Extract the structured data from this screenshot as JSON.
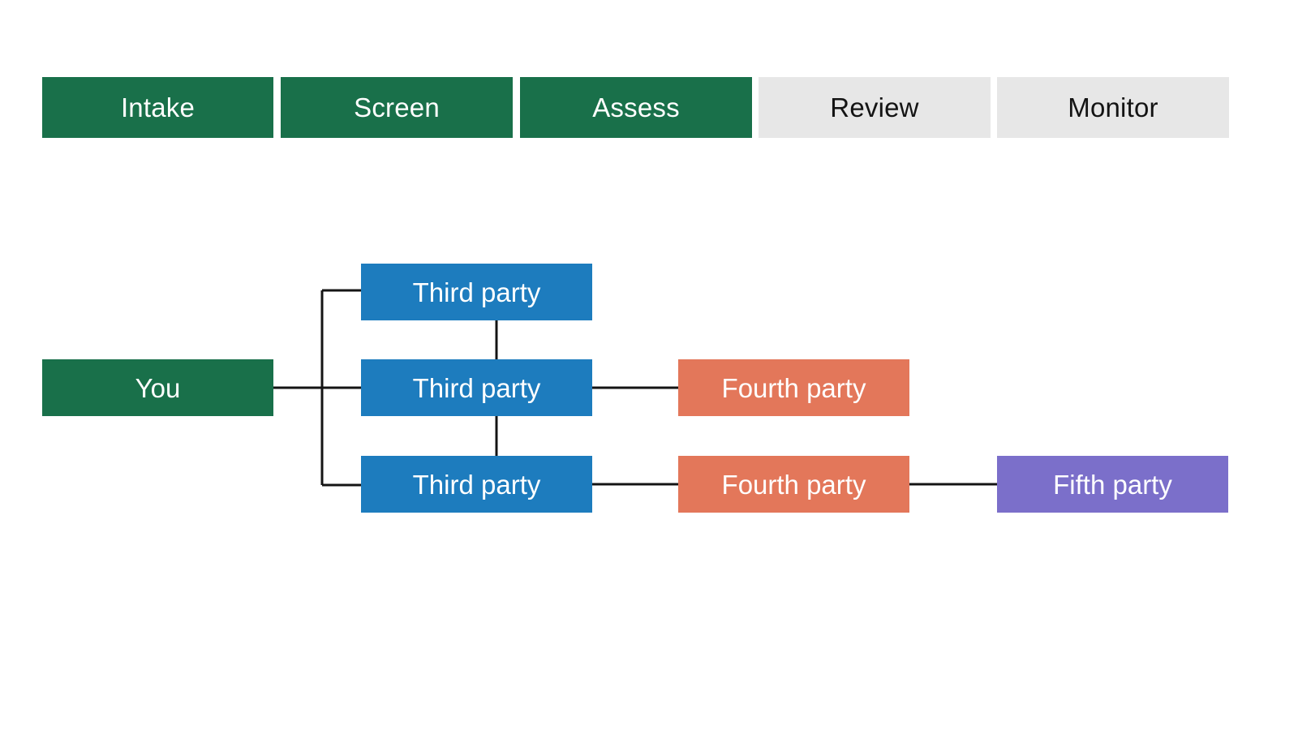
{
  "stage_bar": {
    "name": "lifecycle-stage-bar",
    "active_color": "#19704a",
    "inactive_color": "#e7e7e7",
    "active_text_color": "#ffffff",
    "inactive_text_color": "#141414",
    "stages": [
      {
        "label": "Intake",
        "state": "active"
      },
      {
        "label": "Screen",
        "state": "active"
      },
      {
        "label": "Assess",
        "state": "active"
      },
      {
        "label": "Review",
        "state": "inactive"
      },
      {
        "label": "Monitor",
        "state": "inactive"
      }
    ]
  },
  "supply_chain": {
    "name": "nth-party-tree",
    "line_color": "#141414",
    "colors": {
      "you": "#19704a",
      "third_party": "#1d7cbe",
      "fourth_party": "#e3775a",
      "fifth_party": "#7b6fca"
    },
    "root": {
      "label": "You"
    },
    "tier_3": [
      {
        "label": "Third party"
      },
      {
        "label": "Third party"
      },
      {
        "label": "Third party"
      }
    ],
    "tier_4": [
      {
        "label": "Fourth party"
      },
      {
        "label": "Fourth party"
      }
    ],
    "tier_5": [
      {
        "label": "Fifth party"
      }
    ]
  }
}
